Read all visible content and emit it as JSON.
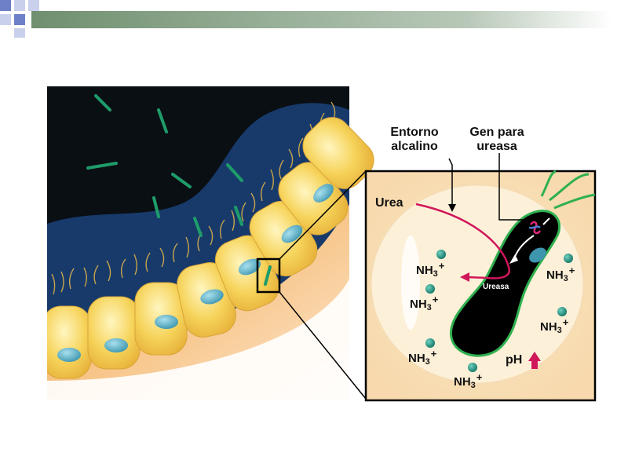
{
  "labels": {
    "alkaline_line1": "Entorno",
    "alkaline_line2": "alcalino",
    "gene_line1": "Gen para",
    "gene_line2": "ureasa",
    "urea": "Urea",
    "urease": "Ureasa",
    "ph": "pH"
  },
  "ammonium": {
    "base": "NH",
    "sub": "3",
    "sup": "+"
  },
  "colors": {
    "stomach_lumen": "#0a0f14",
    "mucus": "#173a6b",
    "epithelial_cell": "#f6d35a",
    "nucleus": "#5fb3c8",
    "tissue": "#f39a3a",
    "inset_background": "#fbe9c9",
    "bacterium": "#000000",
    "bacterium_outline": "#2fb04f",
    "urea_arrow": "#d0175b",
    "ammonia_dot": "#1b7d6e",
    "header_bar": "#8fa88f"
  },
  "icons": [
    "ph-up-arrow-icon",
    "ammonia-molecule-icon",
    "bacterium-icon",
    "flagellum-icon",
    "dna-gene-icon"
  ]
}
